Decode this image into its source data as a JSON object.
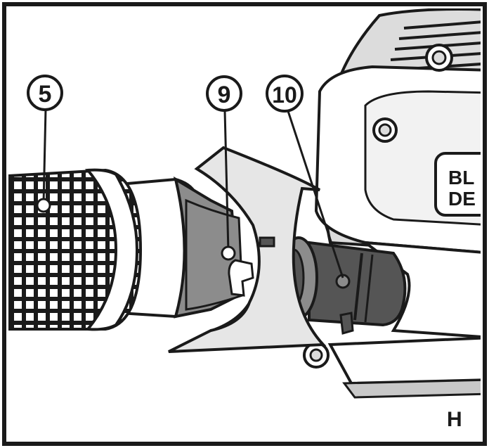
{
  "figure": {
    "panel_letter": "H",
    "callouts": [
      {
        "id": "callout-5",
        "label": "5"
      },
      {
        "id": "callout-9",
        "label": "9"
      },
      {
        "id": "callout-10",
        "label": "10"
      }
    ],
    "logo_text": [
      "BL",
      "DE"
    ]
  },
  "colors": {
    "ink": "#1a1a1a",
    "dark_gray": "#555555",
    "mid_gray": "#8c8c8c",
    "light_gray": "#c8c8c8",
    "pale_gray": "#e6e6e6",
    "white": "#ffffff"
  }
}
